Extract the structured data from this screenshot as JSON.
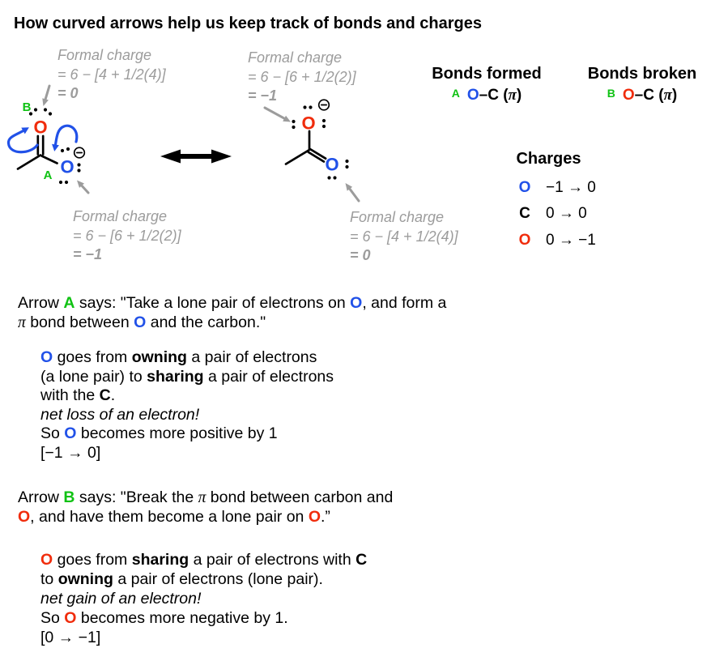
{
  "title": "How curved arrows help us keep track of bonds and charges",
  "colors": {
    "red": "#f02c0c",
    "blue": "#2151e8",
    "green": "#0fc213",
    "gray": "#9c9c9c"
  },
  "left_structure": {
    "o_top": "O",
    "o_bottom": "O",
    "label_b": "B",
    "label_a": "A",
    "fc_top": {
      "l1": "Formal charge",
      "l2": "= 6 − [4 + 1/2(4)]",
      "l3": "= 0"
    },
    "fc_bottom": {
      "l1": "Formal charge",
      "l2": "= 6 − [6 + 1/2(2)]",
      "l3": "= −1"
    }
  },
  "right_structure": {
    "o_top": "O",
    "o_bottom": "O",
    "fc_top": {
      "l1": "Formal charge",
      "l2": "= 6 − [6 + 1/2(2)]",
      "l3": "= −1"
    },
    "fc_bottom": {
      "l1": "Formal charge",
      "l2": "= 6 − [4 + 1/2(4)]",
      "l3": "= 0"
    }
  },
  "bonds_formed": {
    "heading": "Bonds formed",
    "label": "A",
    "o": "O",
    "dash_c": "–C (",
    "pi": "π",
    "close": ")"
  },
  "bonds_broken": {
    "heading": "Bonds broken",
    "label": "B",
    "o": "O",
    "dash_c": "–C (",
    "pi": "π",
    "close": ")"
  },
  "charges": {
    "heading": "Charges",
    "rows": [
      {
        "atom": "O",
        "change": "−1 → 0"
      },
      {
        "atom": "C",
        "change": "0 → 0"
      },
      {
        "atom": "O",
        "change": "0 → −1"
      }
    ]
  },
  "arrow_a": {
    "p1": "Arrow ",
    "label": "A",
    "p2": " says: \"Take a lone pair of electrons on ",
    "o1": "O",
    "p3": ", and form a",
    "pi": "π",
    "p4": " bond between ",
    "o2": "O",
    "p5": " and the carbon.\""
  },
  "block_a": {
    "o": "O",
    "t1": " goes from ",
    "b1": "owning",
    "t2": " a pair of electrons",
    "t3": "(a lone pair) to ",
    "b2": "sharing",
    "t4": " a pair of electrons",
    "t5": "with the ",
    "c": "C",
    "t6": ".",
    "italic": "net loss of an electron!",
    "t7": "So ",
    "o2": "O",
    "t8": " becomes more positive by 1",
    "bracket": "[−1 → 0]"
  },
  "arrow_b": {
    "p1": "Arrow ",
    "label": "B",
    "p2": " says: \"Break the ",
    "pi": "π",
    "p3": " bond between carbon and",
    "o1": "O",
    "p4": ", and have them become a lone pair on ",
    "o2": "O",
    "p5": ".”"
  },
  "block_b": {
    "o": "O",
    "t1": " goes from ",
    "b1": "sharing",
    "t2": " a pair of electrons with ",
    "c": "C",
    "t3": "to ",
    "b2": "owning",
    "t4": " a pair of electrons (lone pair).",
    "italic": "net gain of an electron!",
    "t5": "So ",
    "o2": "O",
    "t6": " becomes more negative by 1.",
    "bracket": "[0 → −1]"
  }
}
